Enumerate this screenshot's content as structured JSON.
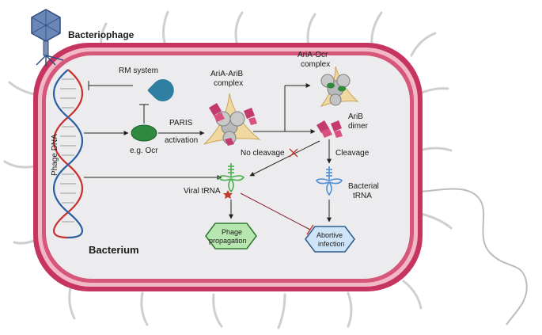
{
  "labels": {
    "bacteriophage": "Bacteriophage",
    "bacterium": "Bacterium",
    "phage_dna": "Phage DNA",
    "rm_system": "RM system",
    "eg_ocr": "e.g. Ocr",
    "paris_line1": "PARIS",
    "paris_line2": "activation",
    "aria_arib_line1": "AriA-AriB",
    "aria_arib_line2": "complex",
    "aria_ocr_line1": "AriA-Ocr",
    "aria_ocr_line2": "complex",
    "arib_dimer_line1": "AriB",
    "arib_dimer_line2": "dimer",
    "no_cleavage": "No cleavage",
    "cleavage": "Cleavage",
    "viral_trna": "Viral tRNA",
    "bacterial_trna_line1": "Bacterial",
    "bacterial_trna_line2": "tRNA",
    "phage_propagation_line1": "Phage",
    "phage_propagation_line2": "propagation",
    "abortive_infection_line1": "Abortive",
    "abortive_infection_line2": "infection"
  },
  "colors": {
    "cell_wall_outer": "#c5355f",
    "cell_wall_mid": "#f2b8c8",
    "cell_wall_inner": "#d65779",
    "cytoplasm": "#ececee",
    "flagella": "#cfcfcf",
    "dna_red": "#c8302f",
    "dna_blue": "#2a5fa3",
    "rm_system": "#2f7fa3",
    "ocr": "#2e8b3d",
    "arib": "#c33a6d",
    "aria_core": "#b9b9b9",
    "star_frame": "#f0d9a0",
    "viral_trna": "#4cae4c",
    "bacterial_trna": "#4d8fd6",
    "phage_propagation_fill": "#b8e6b0",
    "phage_propagation_edge": "#2f7a2f",
    "abortive_fill": "#cfe4f7",
    "abortive_edge": "#2f5f8f",
    "inhibit_red": "#c0392b",
    "arrow": "#222222"
  }
}
